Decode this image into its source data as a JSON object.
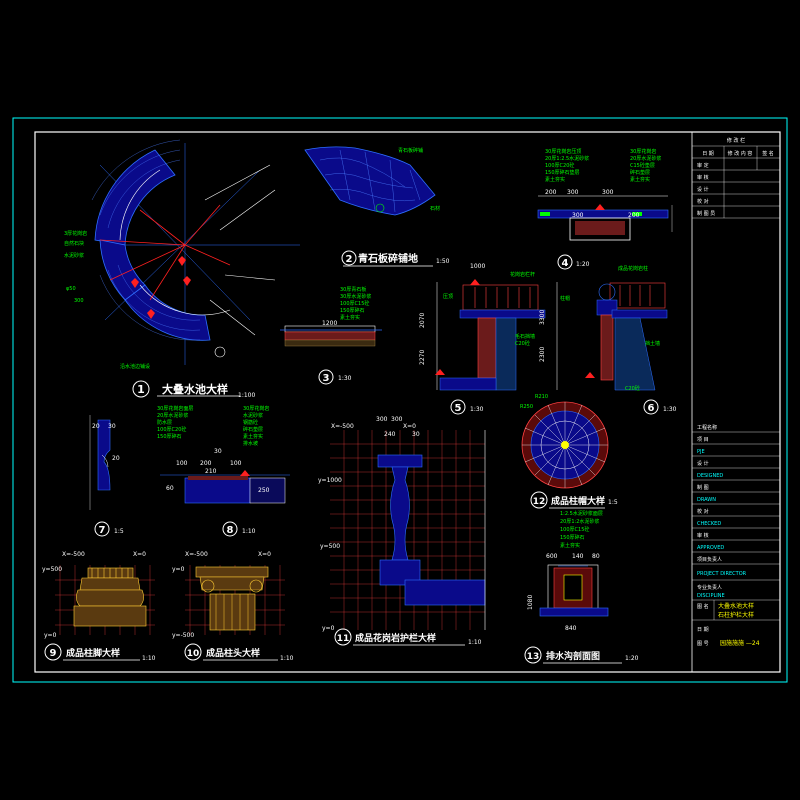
{
  "detail_titles": [
    {
      "num": "1",
      "title": "大叠水池大样",
      "scale": "1:100"
    },
    {
      "num": "2",
      "title": "青石板碎铺地",
      "scale": "1:50"
    },
    {
      "num": "3",
      "title": "",
      "scale": "1:30"
    },
    {
      "num": "4",
      "title": "",
      "scale": "1:20"
    },
    {
      "num": "5",
      "title": "",
      "scale": "1:30"
    },
    {
      "num": "6",
      "title": "",
      "scale": "1:30"
    },
    {
      "num": "7",
      "title": "",
      "scale": "1:5"
    },
    {
      "num": "8",
      "title": "",
      "scale": "1:10"
    },
    {
      "num": "9",
      "title": "成品柱脚大样",
      "scale": "1:10"
    },
    {
      "num": "10",
      "title": "成品柱头大样",
      "scale": "1:10"
    },
    {
      "num": "11",
      "title": "成品花岗岩护栏大样",
      "scale": "1:10"
    },
    {
      "num": "12",
      "title": "成品柱帽大样",
      "scale": "1:5"
    },
    {
      "num": "13",
      "title": "排水沟剖面图",
      "scale": "1:20"
    }
  ],
  "dimensions": {
    "d3": "1200",
    "d4": [
      "200",
      "300",
      "300",
      "300",
      "200"
    ],
    "d5": [
      "1000",
      "2070",
      "2270"
    ],
    "d6": [
      "3300",
      "2300"
    ],
    "d11": [
      "X=-500",
      "X=0",
      "300",
      "300",
      "240",
      "30",
      "y=1000",
      "y=500",
      "y=0"
    ],
    "d9": [
      "X=-500",
      "X=0",
      "y=500",
      "y=0"
    ],
    "d10": [
      "X=-500",
      "X=0",
      "y=0",
      "y=-500"
    ],
    "d13": [
      "600",
      "140",
      "80",
      "1080",
      "840"
    ],
    "d8": [
      "100",
      "200",
      "100",
      "30",
      "60",
      "210",
      "250"
    ],
    "d7": [
      "20",
      "30",
      "20"
    ]
  },
  "title_block": {
    "revision_header": "修 改 栏",
    "revision_cols": [
      "日 期",
      "修 改 内 容",
      "签 名"
    ],
    "approvals": [
      "审 定",
      "审 核",
      "设 计",
      "校 对",
      "制 图 员"
    ],
    "project_label": "工程名称",
    "fields": [
      {
        "k": "项 目",
        "v": "PJE"
      },
      {
        "k": "设 计",
        "v": "DESIGNED"
      },
      {
        "k": "制 图",
        "v": "DRAWN"
      },
      {
        "k": "校 对",
        "v": "CHECKED"
      },
      {
        "k": "审 核",
        "v": "APPROVED"
      },
      {
        "k": "项目负责人",
        "v": "PROJECT DIRECTOR"
      },
      {
        "k": "专业负责人",
        "v": "DISCIPLINE"
      }
    ],
    "date_label": "日 期",
    "drawing_name_label": "图 名",
    "drawing_name_value": "大叠水池大样",
    "drawing_name_value2": "石柱护栏大样",
    "drawing_no_label": "图 号",
    "drawing_no_value": "园施施施 —24"
  }
}
